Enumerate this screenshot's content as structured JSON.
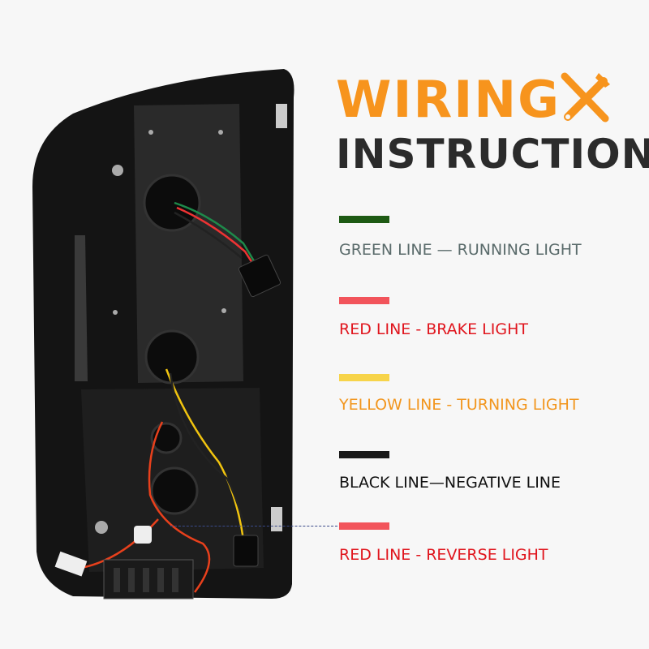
{
  "header": {
    "title_line1": "WIRING",
    "title_line2": "INSTRUCTION",
    "title_icon": "tools-icon",
    "accent_color": "#f7941d"
  },
  "legend": [
    {
      "color": "#1e5a14",
      "text_color": "#5a6b6b",
      "label": "GREEN LINE — RUNNING LIGHT"
    },
    {
      "color": "#f2545b",
      "text_color": "#e0151d",
      "label": "RED LINE - BRAKE LIGHT"
    },
    {
      "color": "#f7d44a",
      "text_color": "#f2961e",
      "label": "YELLOW LINE - TURNING LIGHT"
    },
    {
      "color": "#1a1a1a",
      "text_color": "#111111",
      "label": "BLACK LINE—NEGATIVE LINE"
    },
    {
      "color": "#f2545b",
      "text_color": "#e0151d",
      "label": "RED LINE - REVERSE LIGHT"
    }
  ]
}
